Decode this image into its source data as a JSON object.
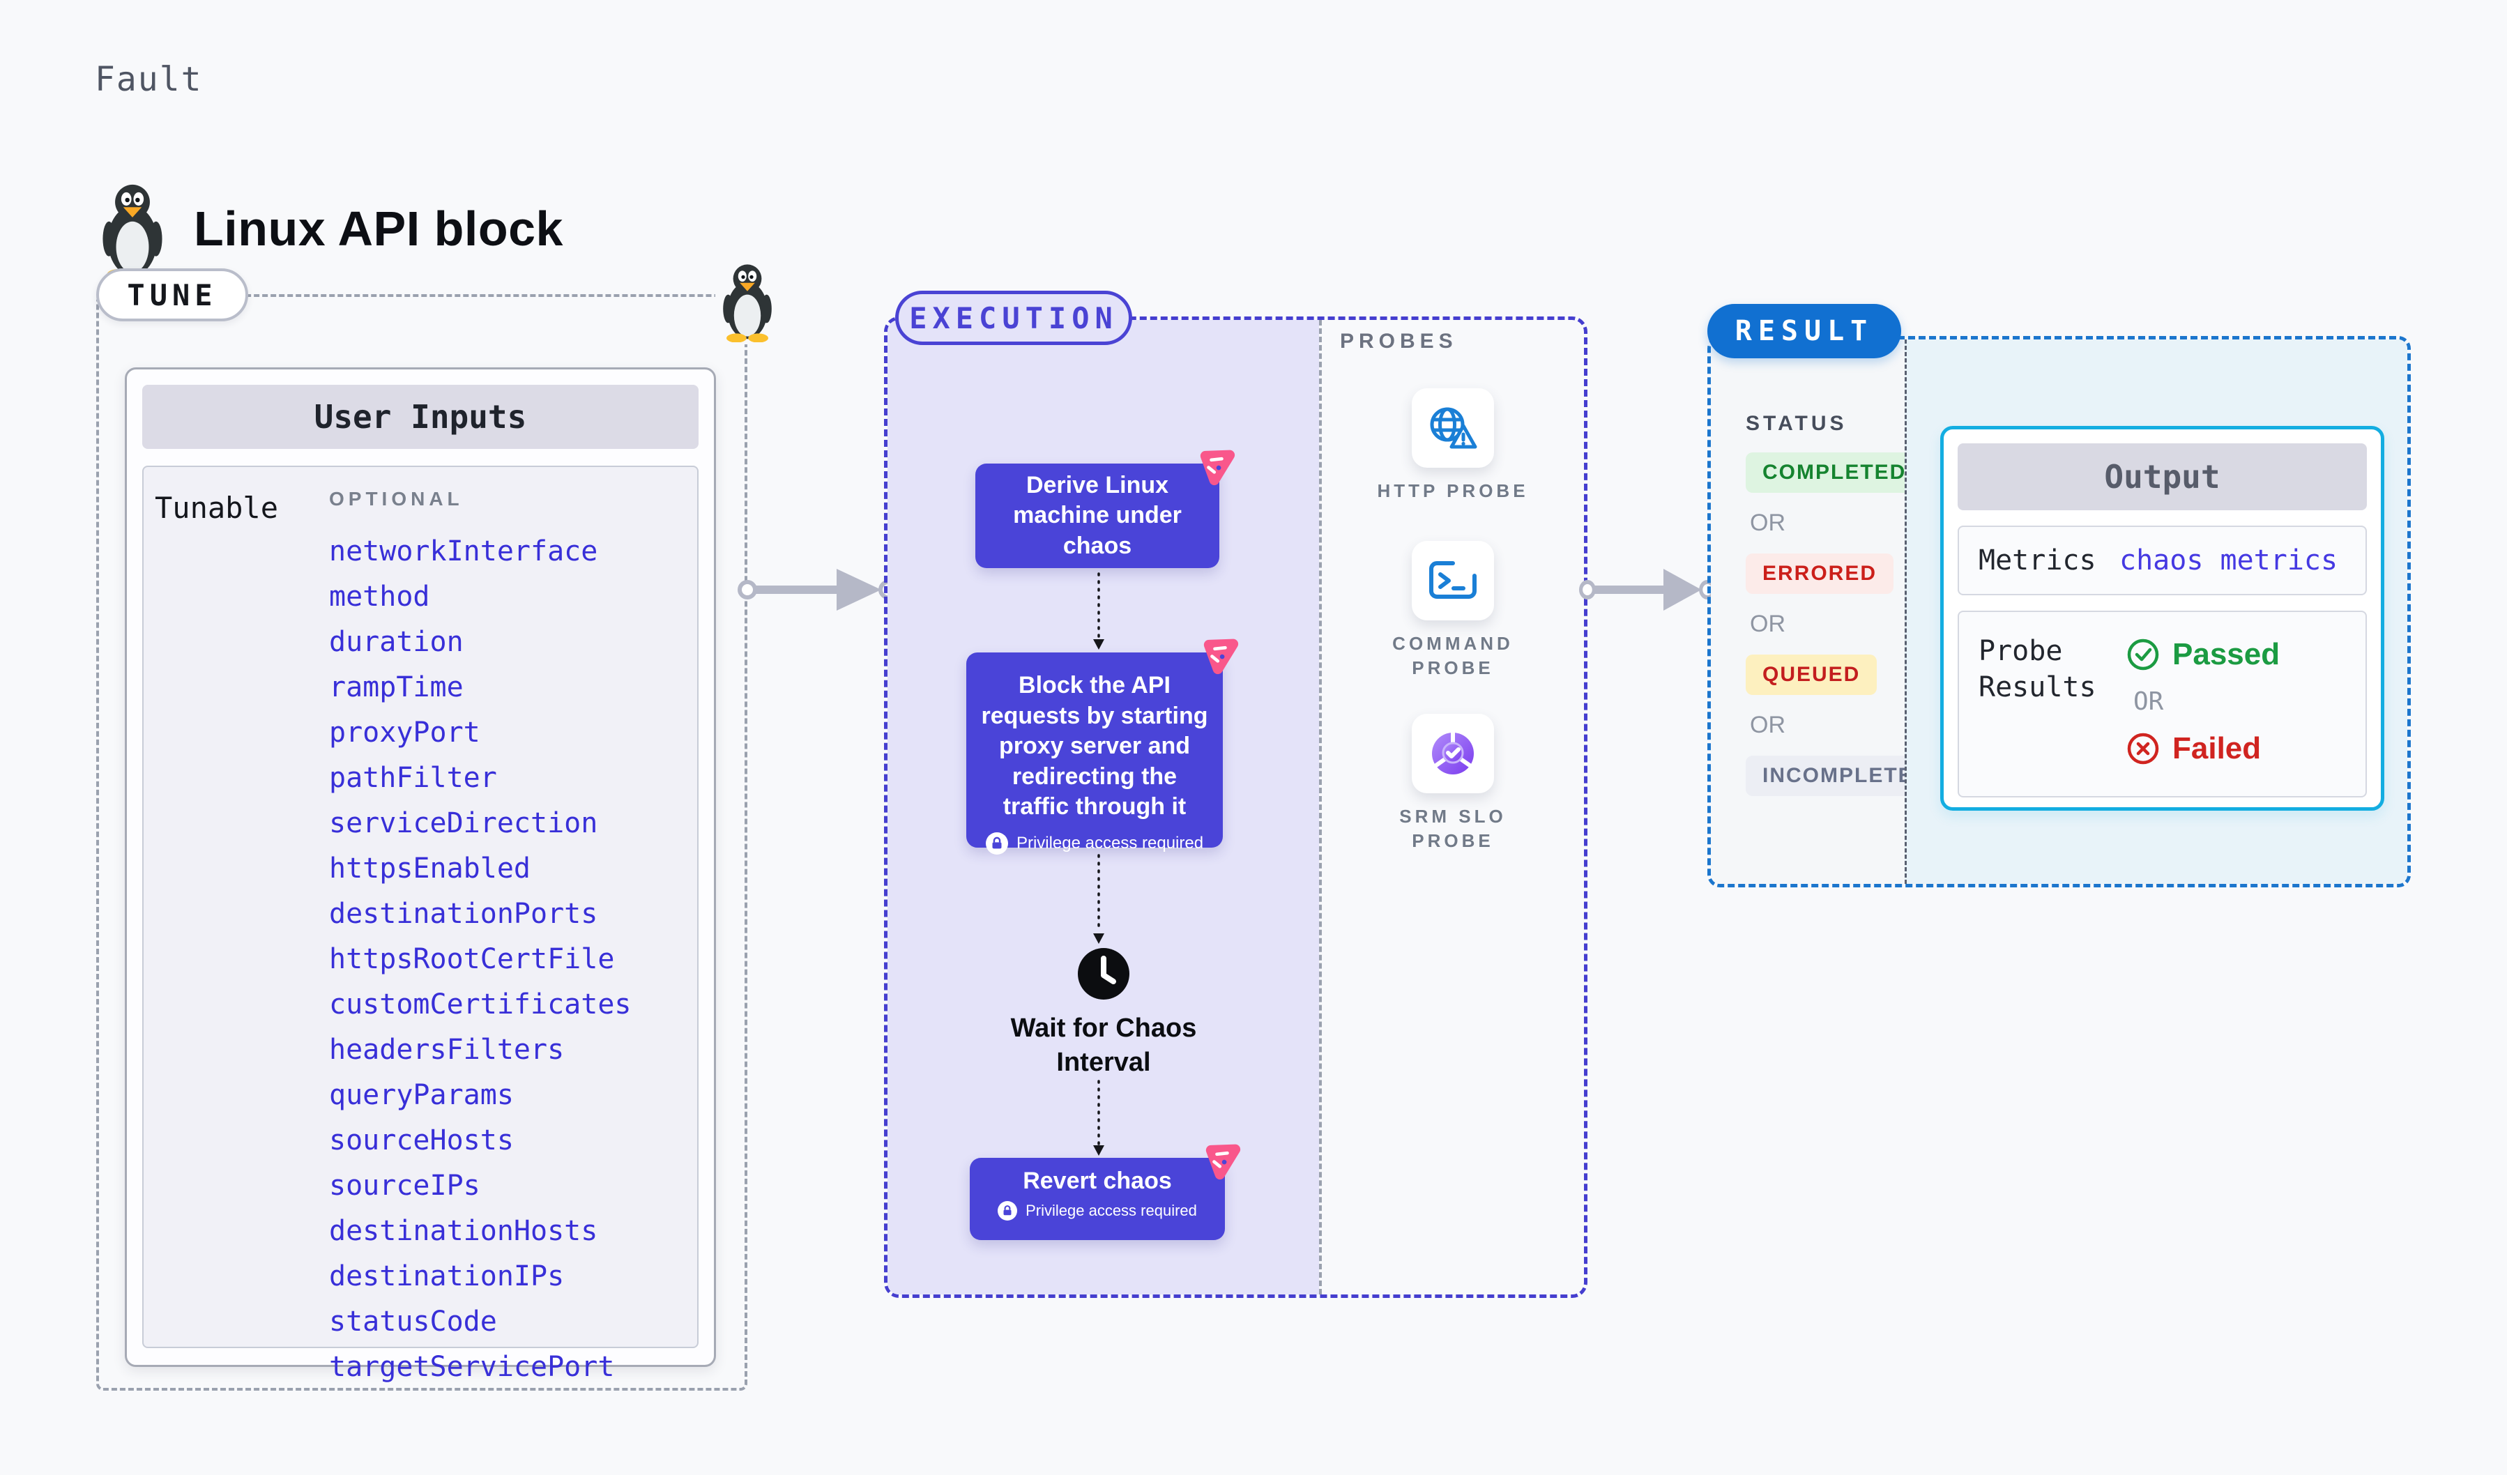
{
  "header": {
    "eyebrow": "Fault",
    "title": "Linux API block",
    "icon": "linux-penguin"
  },
  "tune": {
    "pill_label": "TUNE",
    "card_title": "User Inputs",
    "row_label": "Tunable",
    "column_label": "OPTIONAL",
    "params": [
      "networkInterface",
      "method",
      "duration",
      "rampTime",
      "proxyPort",
      "pathFilter",
      "serviceDirection",
      "httpsEnabled",
      "destinationPorts",
      "httpsRootCertFile",
      "customCertificates",
      "headersFilters",
      "queryParams",
      "sourceHosts",
      "sourceIPs",
      "destinationHosts",
      "destinationIPs",
      "statusCode",
      "targetServicePort"
    ]
  },
  "execution": {
    "pill_label": "EXECUTION",
    "derive_step": "Derive Linux machine under chaos",
    "block_step": "Block the API requests by starting proxy server and redirecting the traffic through it",
    "wait_step": "Wait for Chaos Interval",
    "revert_step": "Revert chaos",
    "privilege_note": "Privilege access required"
  },
  "probes": {
    "section_label": "PROBES",
    "items": [
      {
        "label": "HTTP PROBE",
        "icon": "globe-alert-icon"
      },
      {
        "label": "COMMAND PROBE",
        "icon": "terminal-icon"
      },
      {
        "label": "SRM SLO PROBE",
        "icon": "slo-gauge-icon"
      }
    ]
  },
  "result": {
    "pill_label": "RESULT",
    "status_label": "STATUS",
    "or_label": "OR",
    "statuses": [
      {
        "label": "COMPLETED",
        "bg": "#def4e1",
        "fg": "#15832f"
      },
      {
        "label": "ERRORED",
        "bg": "#fcebe9",
        "fg": "#cb1f1a"
      },
      {
        "label": "QUEUED",
        "bg": "#fdf0bf",
        "fg": "#c31e1e"
      },
      {
        "label": "INCOMPLETED",
        "bg": "#eceef4",
        "fg": "#68718a"
      }
    ],
    "output": {
      "title": "Output",
      "metrics_label": "Metrics",
      "metrics_value": "chaos metrics",
      "probe_results_label": "Probe Results",
      "passed_label": "Passed",
      "failed_label": "Failed"
    }
  },
  "colors": {
    "accent_indigo": "#4a44d8",
    "accent_pink": "#f9578b",
    "accent_blue": "#1170d1",
    "accent_cyan": "#13ade1",
    "param_link": "#382fd8",
    "passed_green": "#1b9b42",
    "failed_red": "#d02420"
  }
}
